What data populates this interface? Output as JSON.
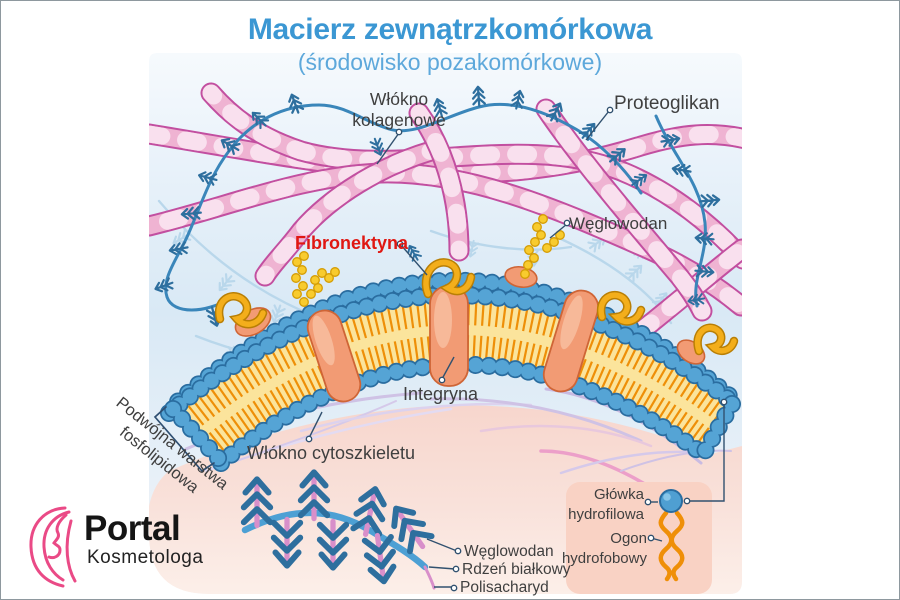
{
  "header": {
    "title": "Macierz zewnątrzkomórkowa",
    "subtitle": "(środowisko pozakomórkowe)"
  },
  "labels": {
    "collagen_fiber": {
      "line1": "Włókno",
      "line2": "kolagenowe"
    },
    "proteoglycan": "Proteoglikan",
    "carbohydrate": "Węglowodan",
    "fibronectin": "Fibronektyna",
    "integrin": "Integryna",
    "cytoskeleton_fiber": "Włókno cytoszkieletu",
    "phospholipid_bilayer": {
      "line1": "Podwójna warstwa",
      "line2": "fosfolipidowa"
    }
  },
  "inset": {
    "hydrophilic_head": {
      "line1": "Główka",
      "line2": "hydrofilowa"
    },
    "hydrophobic_tail": {
      "line1": "Ogon",
      "line2": "hydrofobowy"
    }
  },
  "legend_bottom": {
    "carbohydrate": "Węglowodan",
    "protein_core": "Rdzeń białkowy",
    "polysaccharide": "Polisacharyd"
  },
  "logo": {
    "name": "Portal",
    "subtitle": "Kosmetologa"
  },
  "colors": {
    "title_blue": "#3b97d3",
    "subtitle_blue": "#5da8db",
    "label_dark": "#3f3f3f",
    "fibronectin_red": "#e01712",
    "collagen_outline": "#c24fa0",
    "collagen_fill": "#efb3d2",
    "proteoglycan_blue": "#3a86ba",
    "feather_blue": "#2e6f9e",
    "membrane_bead": "#55a4d5",
    "membrane_yellow": "#fbe49c",
    "tail_orange": "#ee8f08",
    "integrin_orange": "#f29b74",
    "carb_yellow": "#f8cb2e",
    "inset_salmon": "#f9d2c4",
    "cell_pink": "#f8dcd4",
    "logo_pink": "#ea4a86"
  }
}
